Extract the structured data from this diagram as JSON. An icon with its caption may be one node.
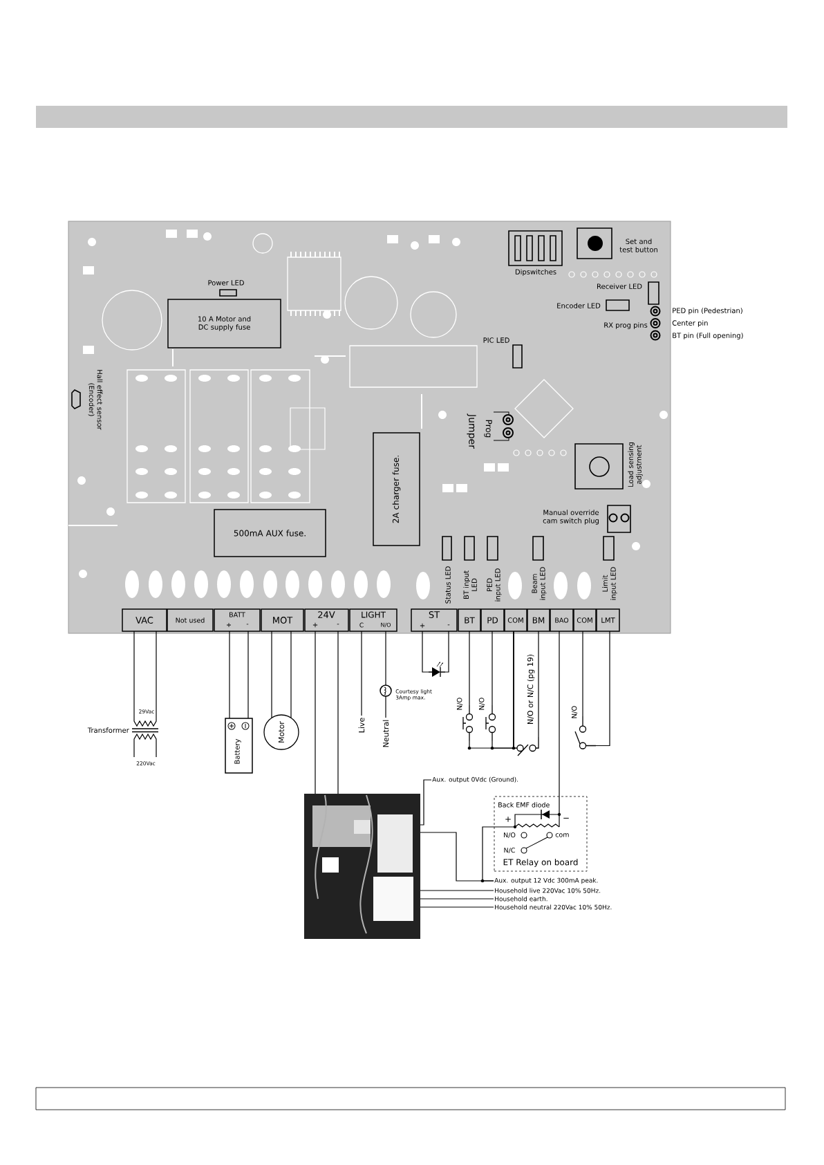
{
  "diagram": {
    "nodes": [
      {
        "text": [],
        "shape": "picture"
      },
      {
        "text": [
          "10 A Motor and DC supply fuse"
        ],
        "in": 0
      },
      {
        "text": [
          "500mA AUX fuse."
        ],
        "in": 0
      },
      {
        "text": [
          "2A charger fuse."
        ],
        "in": 0
      },
      {
        "text": [
          "VAC"
        ],
        "in": 0
      },
      {
        "text": [
          "Not used"
        ],
        "in": 0
      },
      {
        "text": [
          "BATT",
          "+",
          "-"
        ],
        "in": 0
      },
      {
        "text": [
          "MOT"
        ],
        "in": 0
      },
      {
        "text": [
          "24V",
          "+",
          "-"
        ],
        "in": 0
      },
      {
        "text": [
          "LIGHT",
          "C",
          "N/O"
        ],
        "in": 0
      },
      {
        "text": [
          "ST",
          "+",
          "-"
        ],
        "in": 0
      },
      {
        "text": [
          "BT"
        ],
        "in": 0
      },
      {
        "text": [
          "PD"
        ],
        "in": 0
      },
      {
        "text": [
          "COM"
        ],
        "in": 0
      },
      {
        "text": [
          "BM"
        ],
        "in": 0
      },
      {
        "text": [
          "BAO"
        ],
        "in": 0
      },
      {
        "text": [
          "COM"
        ],
        "in": 0
      },
      {
        "text": [
          "LMT"
        ],
        "in": 0
      },
      {
        "text": [],
        "shape": "transformer",
        "beside": [
          "29Vac",
          "Transformer",
          "220Vac"
        ]
      },
      {
        "text": [
          "Battery"
        ]
      },
      {
        "text": [
          "Motor"
        ]
      },
      {
        "text": [
          "Live"
        ]
      },
      {
        "text": [],
        "shape": "lamp",
        "beside": [
          "Courtesy light 3Amp max."
        ]
      },
      {
        "text": [
          "Neutral"
        ]
      },
      {
        "text": [],
        "shape": "led"
      },
      {
        "text": [],
        "shape": "switch",
        "beside": [
          "N/O"
        ]
      },
      {
        "text": [],
        "shape": "switch",
        "beside": [
          "N/O"
        ]
      },
      {
        "text": [],
        "shape": "switch",
        "beside": [
          "N/O or N/C (pg 19)"
        ]
      },
      {
        "text": [],
        "shape": "switch",
        "beside": [
          "N/O"
        ]
      },
      {
        "text": [],
        "shape": "picture"
      },
      {
        "text": [
          "Back EMF diode",
          "+",
          "−",
          "N/O",
          "com",
          "N/C",
          "ET Relay on board"
        ]
      },
      {
        "text": [
          "Aux. output 0Vdc (Ground)."
        ]
      },
      {
        "text": [
          "Aux. output 12 Vdc 300mA peak."
        ]
      },
      {
        "text": [
          "Household live 220Vac 10% 50Hz."
        ]
      },
      {
        "text": [
          "Household earth."
        ]
      },
      {
        "text": [
          "Household neutral 220Vac 10% 50Hz."
        ]
      }
    ],
    "edges": [
      {
        "from": 4,
        "to": 18,
        "arrow": "none"
      },
      {
        "from": 4,
        "to": 18,
        "arrow": "none"
      },
      {
        "from": 6,
        "to": 19,
        "arrow": "none"
      },
      {
        "from": 6,
        "to": 19,
        "arrow": "none"
      },
      {
        "from": 7,
        "to": 20,
        "arrow": "none"
      },
      {
        "from": 7,
        "to": 20,
        "arrow": "none"
      },
      {
        "from": 8,
        "to": 29,
        "arrow": "none"
      },
      {
        "from": 8,
        "to": 29,
        "arrow": "none"
      },
      {
        "from": 9,
        "to": 21,
        "arrow": "none"
      },
      {
        "from": 9,
        "to": 22,
        "arrow": "none"
      },
      {
        "from": 22,
        "to": 23,
        "arrow": "none"
      },
      {
        "from": 10,
        "to": 24,
        "arrow": "none"
      },
      {
        "from": 10,
        "to": 24,
        "arrow": "none"
      },
      {
        "from": 11,
        "to": 25,
        "arrow": "none"
      },
      {
        "from": 12,
        "to": 26,
        "arrow": "none"
      },
      {
        "from": 13,
        "to": 25,
        "arrow": "none"
      },
      {
        "from": 13,
        "to": 26,
        "arrow": "none"
      },
      {
        "from": 13,
        "to": 27,
        "arrow": "none"
      },
      {
        "from": 14,
        "to": 27,
        "arrow": "none"
      },
      {
        "from": 16,
        "to": 28,
        "arrow": "none"
      },
      {
        "from": 17,
        "to": 28,
        "arrow": "none"
      },
      {
        "from": 15,
        "to": 30,
        "arrow": "none"
      },
      {
        "from": 29,
        "to": 31,
        "arrow": "none"
      },
      {
        "from": 29,
        "to": 32,
        "arrow": "none"
      },
      {
        "from": 30,
        "to": 32,
        "arrow": "none"
      },
      {
        "from": 29,
        "to": 33,
        "arrow": "none"
      },
      {
        "from": 29,
        "to": 34,
        "arrow": "none"
      },
      {
        "from": 29,
        "to": 35,
        "arrow": "none"
      }
    ],
    "labels": [
      "Set and test button",
      "Dipswitches",
      "Power LED",
      "Receiver LED",
      "Encoder LED",
      "PED pin (Pedestrian)",
      "RX prog pins",
      "Center pin",
      "BT pin (Full opening)",
      "PIC LED",
      "Hall effect sensor (Encoder)",
      "Jumper",
      "Prog",
      "Load sensing adjustment",
      "Manual override cam switch plug",
      "Status LED",
      "BT input LED",
      "PED input LED",
      "Beam input LED",
      "Limit input LED"
    ]
  }
}
